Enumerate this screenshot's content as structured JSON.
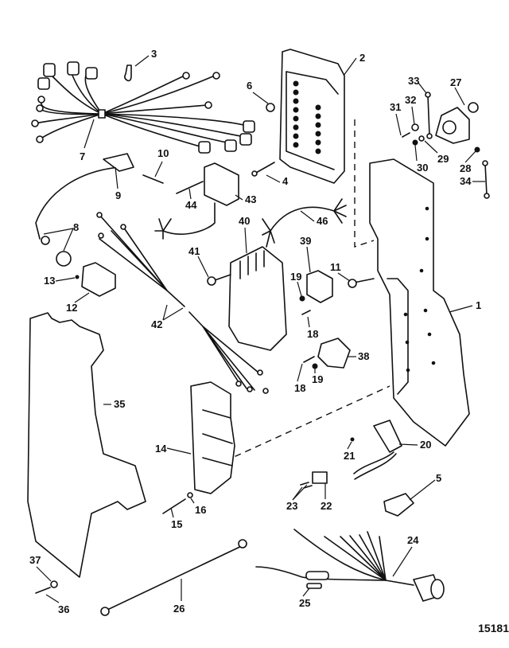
{
  "diagram": {
    "title": "Ignition / Electrical Components Exploded View",
    "reference_number": "15181",
    "callouts": [
      {
        "id": "c1",
        "label": "1"
      },
      {
        "id": "c2",
        "label": "2"
      },
      {
        "id": "c3",
        "label": "3"
      },
      {
        "id": "c4",
        "label": "4"
      },
      {
        "id": "c5",
        "label": "5"
      },
      {
        "id": "c6",
        "label": "6"
      },
      {
        "id": "c7",
        "label": "7"
      },
      {
        "id": "c8",
        "label": "8"
      },
      {
        "id": "c9",
        "label": "9"
      },
      {
        "id": "c10",
        "label": "10"
      },
      {
        "id": "c11",
        "label": "11"
      },
      {
        "id": "c12",
        "label": "12"
      },
      {
        "id": "c13",
        "label": "13"
      },
      {
        "id": "c14",
        "label": "14"
      },
      {
        "id": "c15",
        "label": "15"
      },
      {
        "id": "c16",
        "label": "16"
      },
      {
        "id": "c18a",
        "label": "18"
      },
      {
        "id": "c18b",
        "label": "18"
      },
      {
        "id": "c19a",
        "label": "19"
      },
      {
        "id": "c19b",
        "label": "19"
      },
      {
        "id": "c20",
        "label": "20"
      },
      {
        "id": "c21",
        "label": "21"
      },
      {
        "id": "c22",
        "label": "22"
      },
      {
        "id": "c23",
        "label": "23"
      },
      {
        "id": "c24",
        "label": "24"
      },
      {
        "id": "c25",
        "label": "25"
      },
      {
        "id": "c26",
        "label": "26"
      },
      {
        "id": "c27",
        "label": "27"
      },
      {
        "id": "c28",
        "label": "28"
      },
      {
        "id": "c29",
        "label": "29"
      },
      {
        "id": "c30",
        "label": "30"
      },
      {
        "id": "c31",
        "label": "31"
      },
      {
        "id": "c32",
        "label": "32"
      },
      {
        "id": "c33",
        "label": "33"
      },
      {
        "id": "c34",
        "label": "34"
      },
      {
        "id": "c35",
        "label": "35"
      },
      {
        "id": "c36",
        "label": "36"
      },
      {
        "id": "c37",
        "label": "37"
      },
      {
        "id": "c38",
        "label": "38"
      },
      {
        "id": "c39",
        "label": "39"
      },
      {
        "id": "c40",
        "label": "40"
      },
      {
        "id": "c41",
        "label": "41"
      },
      {
        "id": "c42",
        "label": "42"
      },
      {
        "id": "c43",
        "label": "43"
      },
      {
        "id": "c44",
        "label": "44"
      },
      {
        "id": "c46",
        "label": "46"
      }
    ]
  }
}
